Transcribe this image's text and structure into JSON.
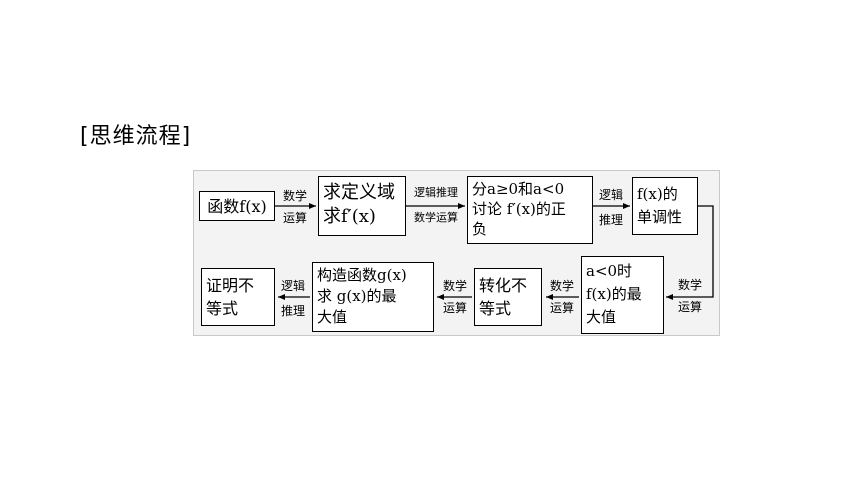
{
  "heading": "[思维流程]",
  "boxes": {
    "b1": [
      "函数f(x)"
    ],
    "b2": [
      "求定义域",
      "求f′(x)"
    ],
    "b3": [
      "分a≥0和a<0",
      "讨论 f′(x)的正",
      "负"
    ],
    "b4": [
      "f(x)的",
      "单调性"
    ],
    "b5": [
      "a<0时",
      "f(x)的最",
      "大值"
    ],
    "b6": [
      "转化不",
      "等式"
    ],
    "b7": [
      "构造函数g(x)",
      "求 g(x)的最",
      "大值"
    ],
    "b8": [
      "证明不",
      "等式"
    ]
  },
  "labels": {
    "a1_top": "数学",
    "a1_bot": "运算",
    "a2_top": "逻辑推理",
    "a2_bot": "数学运算",
    "a3_top": "逻辑",
    "a3_bot": "推理",
    "a4_top": "数学",
    "a4_bot": "运算",
    "a5_top": "数学",
    "a5_bot": "运算",
    "a6_top": "数学",
    "a6_bot": "运算",
    "a7_top": "逻辑",
    "a7_bot": "推理"
  }
}
